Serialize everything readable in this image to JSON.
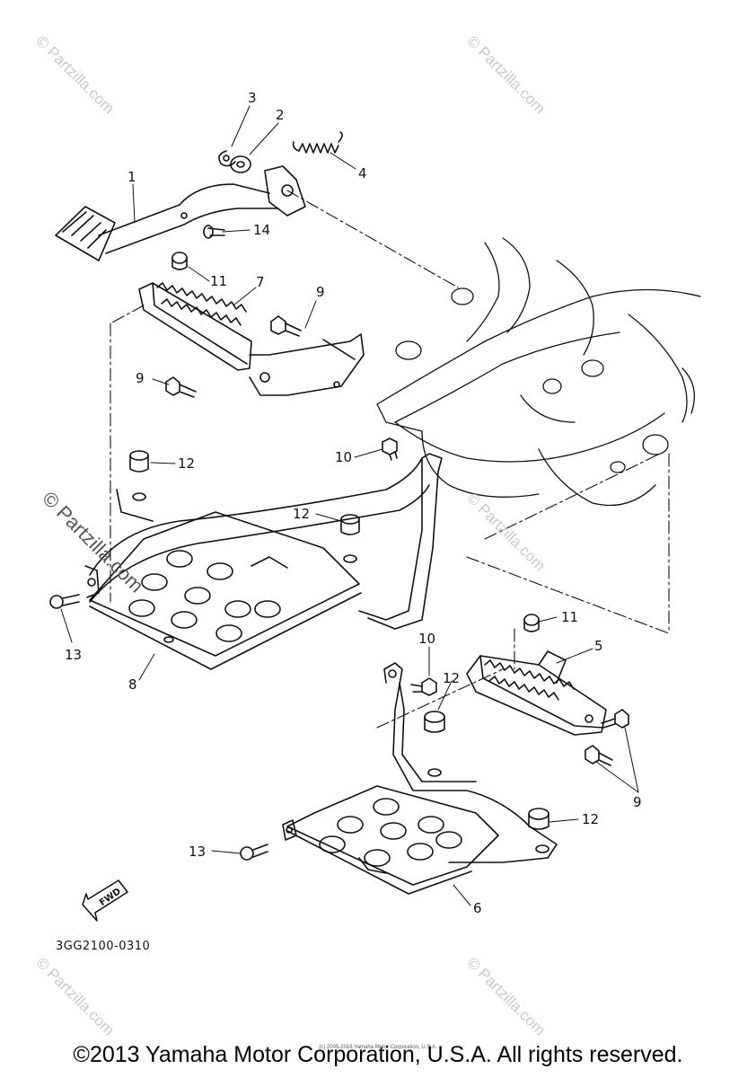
{
  "watermarks": {
    "top_left": "© Partzilla.com",
    "top_right": "© Partzilla.com",
    "middle_left": "© Partzilla.com",
    "middle_right": "© Partzilla.com",
    "bottom_left": "© Partzilla.com",
    "bottom_right": "© Partzilla.com"
  },
  "callouts": {
    "c1": "1",
    "c2": "2",
    "c3": "3",
    "c4": "4",
    "c5": "5",
    "c6": "6",
    "c7": "7",
    "c8": "8",
    "c9a": "9",
    "c9b": "9",
    "c9c": "9",
    "c10a": "10",
    "c10b": "10",
    "c11a": "11",
    "c11b": "11",
    "c12a": "12",
    "c12b": "12",
    "c12c": "12",
    "c12d": "12",
    "c13a": "13",
    "c13b": "13",
    "c14": "14"
  },
  "fwd_label": "FWD",
  "part_code": "3GG2100-0310",
  "tiny_copyright": "(c) 2005-2016 Yamaha Motor Corporation, U.S.A.",
  "copyright": "©2013 Yamaha Motor Corporation, U.S.A. All rights reserved."
}
